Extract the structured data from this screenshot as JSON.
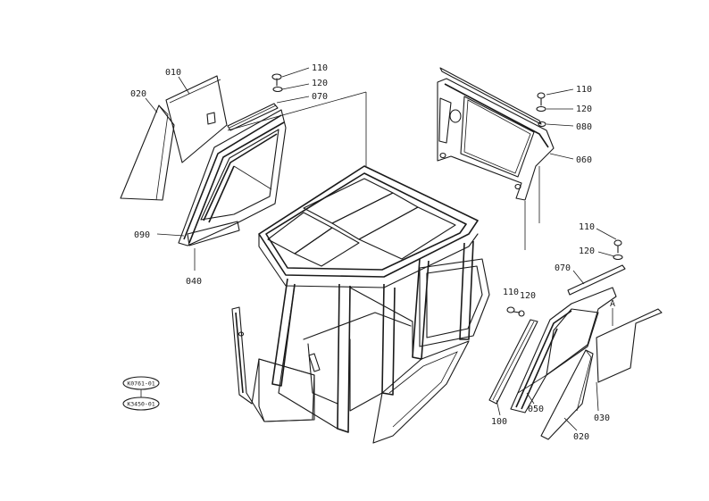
{
  "labels": {
    "p010": "010",
    "p020_left": "020",
    "p110_top": "110",
    "p120_top": "120",
    "p070_top": "070",
    "p090": "090",
    "p040": "040",
    "p110_rtop": "110",
    "p120_rtop": "120",
    "p080": "080",
    "p060": "060",
    "p110_rmid": "110",
    "p120_rmid": "120",
    "p070_rmid": "070",
    "p110_low": "110",
    "p120_low": "120",
    "pA": "A",
    "p100": "100",
    "p050": "050",
    "p030": "030",
    "p020_right": "020"
  },
  "badges": {
    "top": "K0761-01",
    "bottom": "K3450-01"
  }
}
